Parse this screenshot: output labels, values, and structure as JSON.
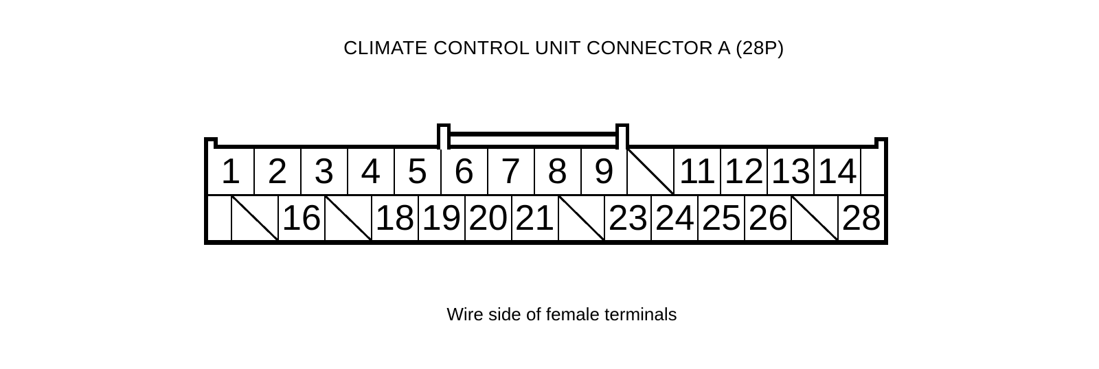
{
  "title": "CLIMATE CONTROL UNIT CONNECTOR A (28P)",
  "caption": "Wire side of female terminals",
  "connector": {
    "designation": "A",
    "pin_total_label": "28P",
    "top_row": [
      "1",
      "2",
      "3",
      "4",
      "5",
      "6",
      "7",
      "8",
      "9",
      "",
      "11",
      "12",
      "13",
      "14",
      ""
    ],
    "bottom_row": [
      "",
      "",
      "16",
      "",
      "18",
      "19",
      "20",
      "21",
      "",
      "23",
      "24",
      "25",
      "26",
      "",
      "28"
    ],
    "absent_pins": [
      "10",
      "15",
      "17",
      "22",
      "27"
    ]
  },
  "colors": {
    "line": "#000000",
    "background": "#ffffff"
  }
}
